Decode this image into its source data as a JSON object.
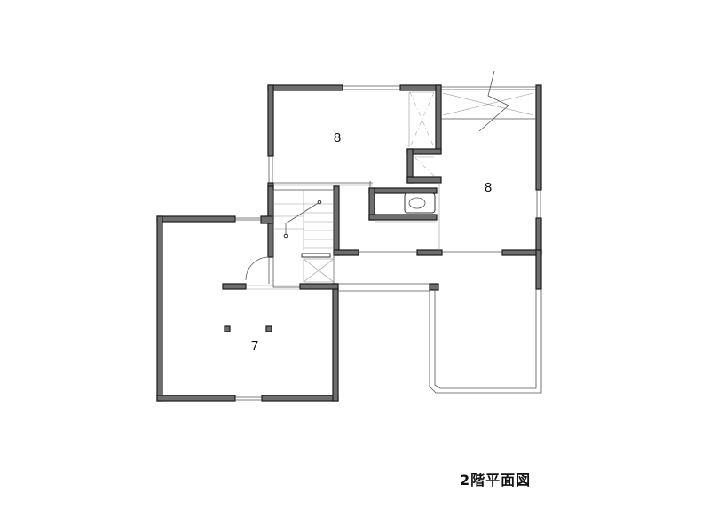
{
  "drawing": {
    "caption": "2階平面図",
    "rooms": [
      {
        "id": "north-west-room",
        "label": "8"
      },
      {
        "id": "east-room",
        "label": "8"
      },
      {
        "id": "south-west-room",
        "label": "7"
      }
    ]
  }
}
